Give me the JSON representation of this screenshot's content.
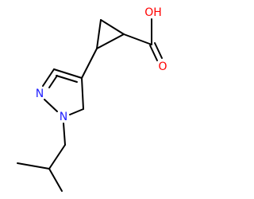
{
  "molecule": {
    "atoms": {
      "nitrogen_2": {
        "label": "N",
        "color": "#2020ff"
      },
      "nitrogen_1": {
        "label": "N",
        "color": "#2020ff"
      },
      "hydroxyl": {
        "label": "OH",
        "color": "#ff0000"
      },
      "carbonyl_oxygen": {
        "label": "O",
        "color": "#ff0000"
      }
    },
    "bond_color": "#000000",
    "background": "#ffffff"
  }
}
